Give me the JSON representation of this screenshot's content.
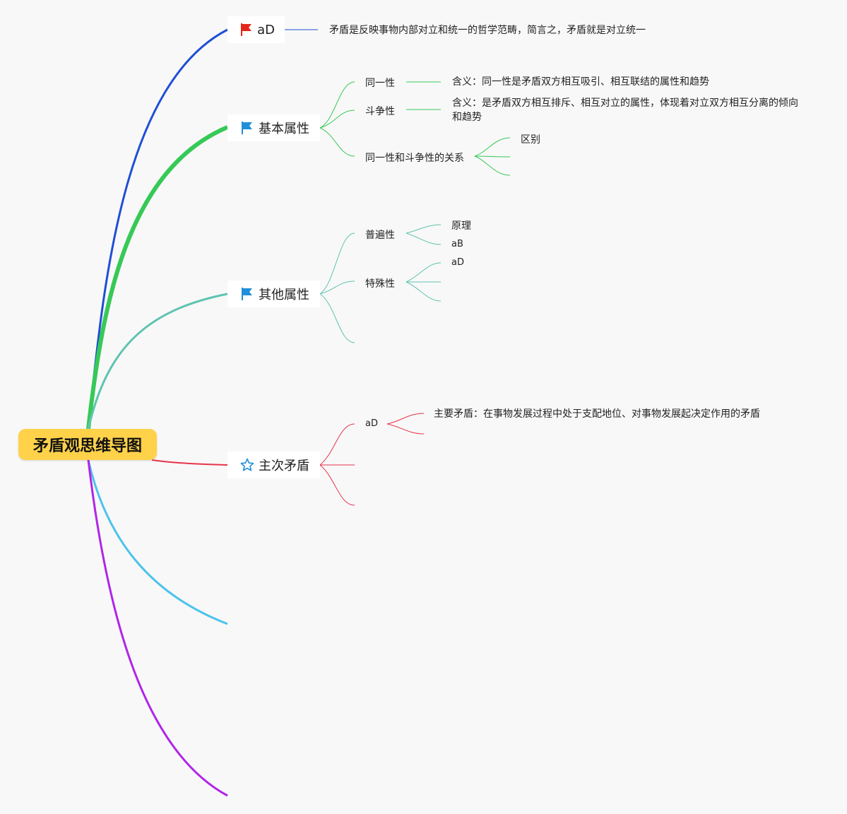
{
  "root": {
    "label": "矛盾观思维导图",
    "color": "#ffd24a"
  },
  "branches": {
    "definition": {
      "label": "aD",
      "icon": "red-flag-icon",
      "color": "#1f4fd6",
      "note": "矛盾是反映事物内部对立和统一的哲学范畴，简言之，矛盾就是对立统一"
    },
    "basic": {
      "label": "基本属性",
      "icon": "blue-flag-icon",
      "color": "#36c957",
      "children": {
        "identity": {
          "label": "同一性",
          "note": "含义：同一性是矛盾双方相互吸引、相互联结的属性和趋势"
        },
        "struggle": {
          "label": "斗争性",
          "note": "含义：是矛盾双方相互排斥、相互对立的属性，体现着对立双方相互分离的倾向和趋势"
        },
        "relation": {
          "label": "同一性和斗争性的关系",
          "children": [
            "区别"
          ]
        }
      }
    },
    "other": {
      "label": "其他属性",
      "icon": "blue-flag-icon",
      "color": "#5fc3b0",
      "children": {
        "universal": {
          "label": "普遍性",
          "children": [
            "原理",
            "aB"
          ]
        },
        "particular": {
          "label": "特殊性",
          "children": [
            "aD"
          ]
        }
      }
    },
    "primary": {
      "label": "主次矛盾",
      "icon": "star-outline-icon",
      "color": "#e8334a",
      "children": {
        "ad": {
          "label": "aD",
          "note": "主要矛盾：在事物发展过程中处于支配地位、对事物发展起决定作用的矛盾"
        }
      }
    },
    "empty_light_blue": {
      "color": "#4cc3ec"
    },
    "empty_purple": {
      "color": "#b125e8"
    }
  }
}
